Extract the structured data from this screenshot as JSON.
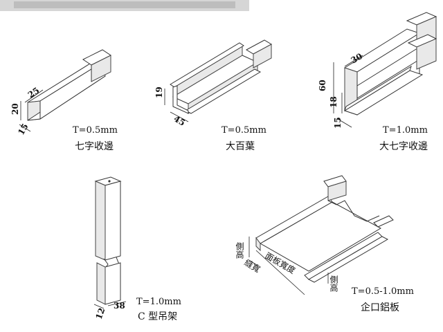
{
  "colors": {
    "line": "#333333",
    "shade": "#e9e9e9",
    "background": "#ffffff",
    "banner": "#cfcfcf"
  },
  "items": [
    {
      "name": "七字收邊",
      "spec": "T=0.5mm",
      "dims": [
        "25",
        "20",
        "15"
      ]
    },
    {
      "name": "大百葉",
      "spec": "T=0.5mm",
      "dims": [
        "19",
        "45"
      ]
    },
    {
      "name": "大七字收邊",
      "spec": "T=1.0mm",
      "dims": [
        "30",
        "60",
        "18",
        "15"
      ]
    },
    {
      "name": "C 型吊架",
      "spec": "T=1.0mm",
      "dims": [
        "38",
        "12"
      ]
    },
    {
      "name": "企口鋁板",
      "spec": "T=0.5-1.0mm",
      "labels": {
        "side_height_left": "側高",
        "seam_width": "縫寬",
        "panel_width": "面板寬度",
        "side_height_right": "側高"
      }
    }
  ]
}
